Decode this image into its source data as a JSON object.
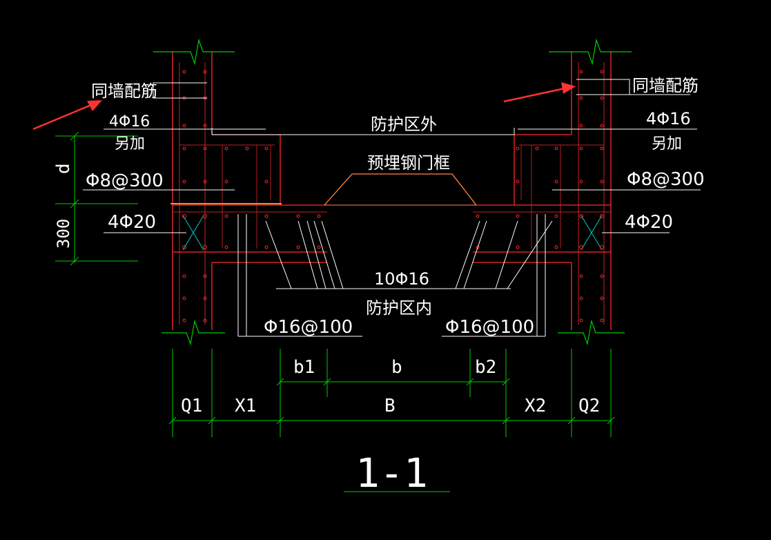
{
  "colors": {
    "background": "#000000",
    "wall": "#ff2a2a",
    "rebar": "#ff2a2a",
    "leader": "#ffffff",
    "dimension": "#00cc00",
    "door_frame": "#ff8a3a",
    "link": "#00cccc",
    "arrow": "#ff3333"
  },
  "labels": {
    "wall_rebar_left": "同墙配筋",
    "wall_rebar_right": "同墙配筋",
    "extra_bars_left_qty": "4Φ16",
    "extra_bars_left_note": "另加",
    "extra_bars_right_qty": "4Φ16",
    "extra_bars_right_note": "另加",
    "outside_zone": "防护区外",
    "embedded_frame": "预埋钢门框",
    "stirrup_left": "Φ8@300",
    "stirrup_right": "Φ8@300",
    "corner_bars_left": "4Φ20",
    "corner_bars_right": "4Φ20",
    "bottom_bars": "10Φ16",
    "inside_zone": "防护区内",
    "bottom_dist_left": "Φ16@100",
    "bottom_dist_right": "Φ16@100"
  },
  "dimensions": {
    "left_d": "d",
    "left_300": "300",
    "b1": "b1",
    "b": "b",
    "b2": "b2",
    "Q1": "Q1",
    "X1": "X1",
    "B": "B",
    "X2": "X2",
    "Q2": "Q2"
  },
  "section_title": "1-1"
}
